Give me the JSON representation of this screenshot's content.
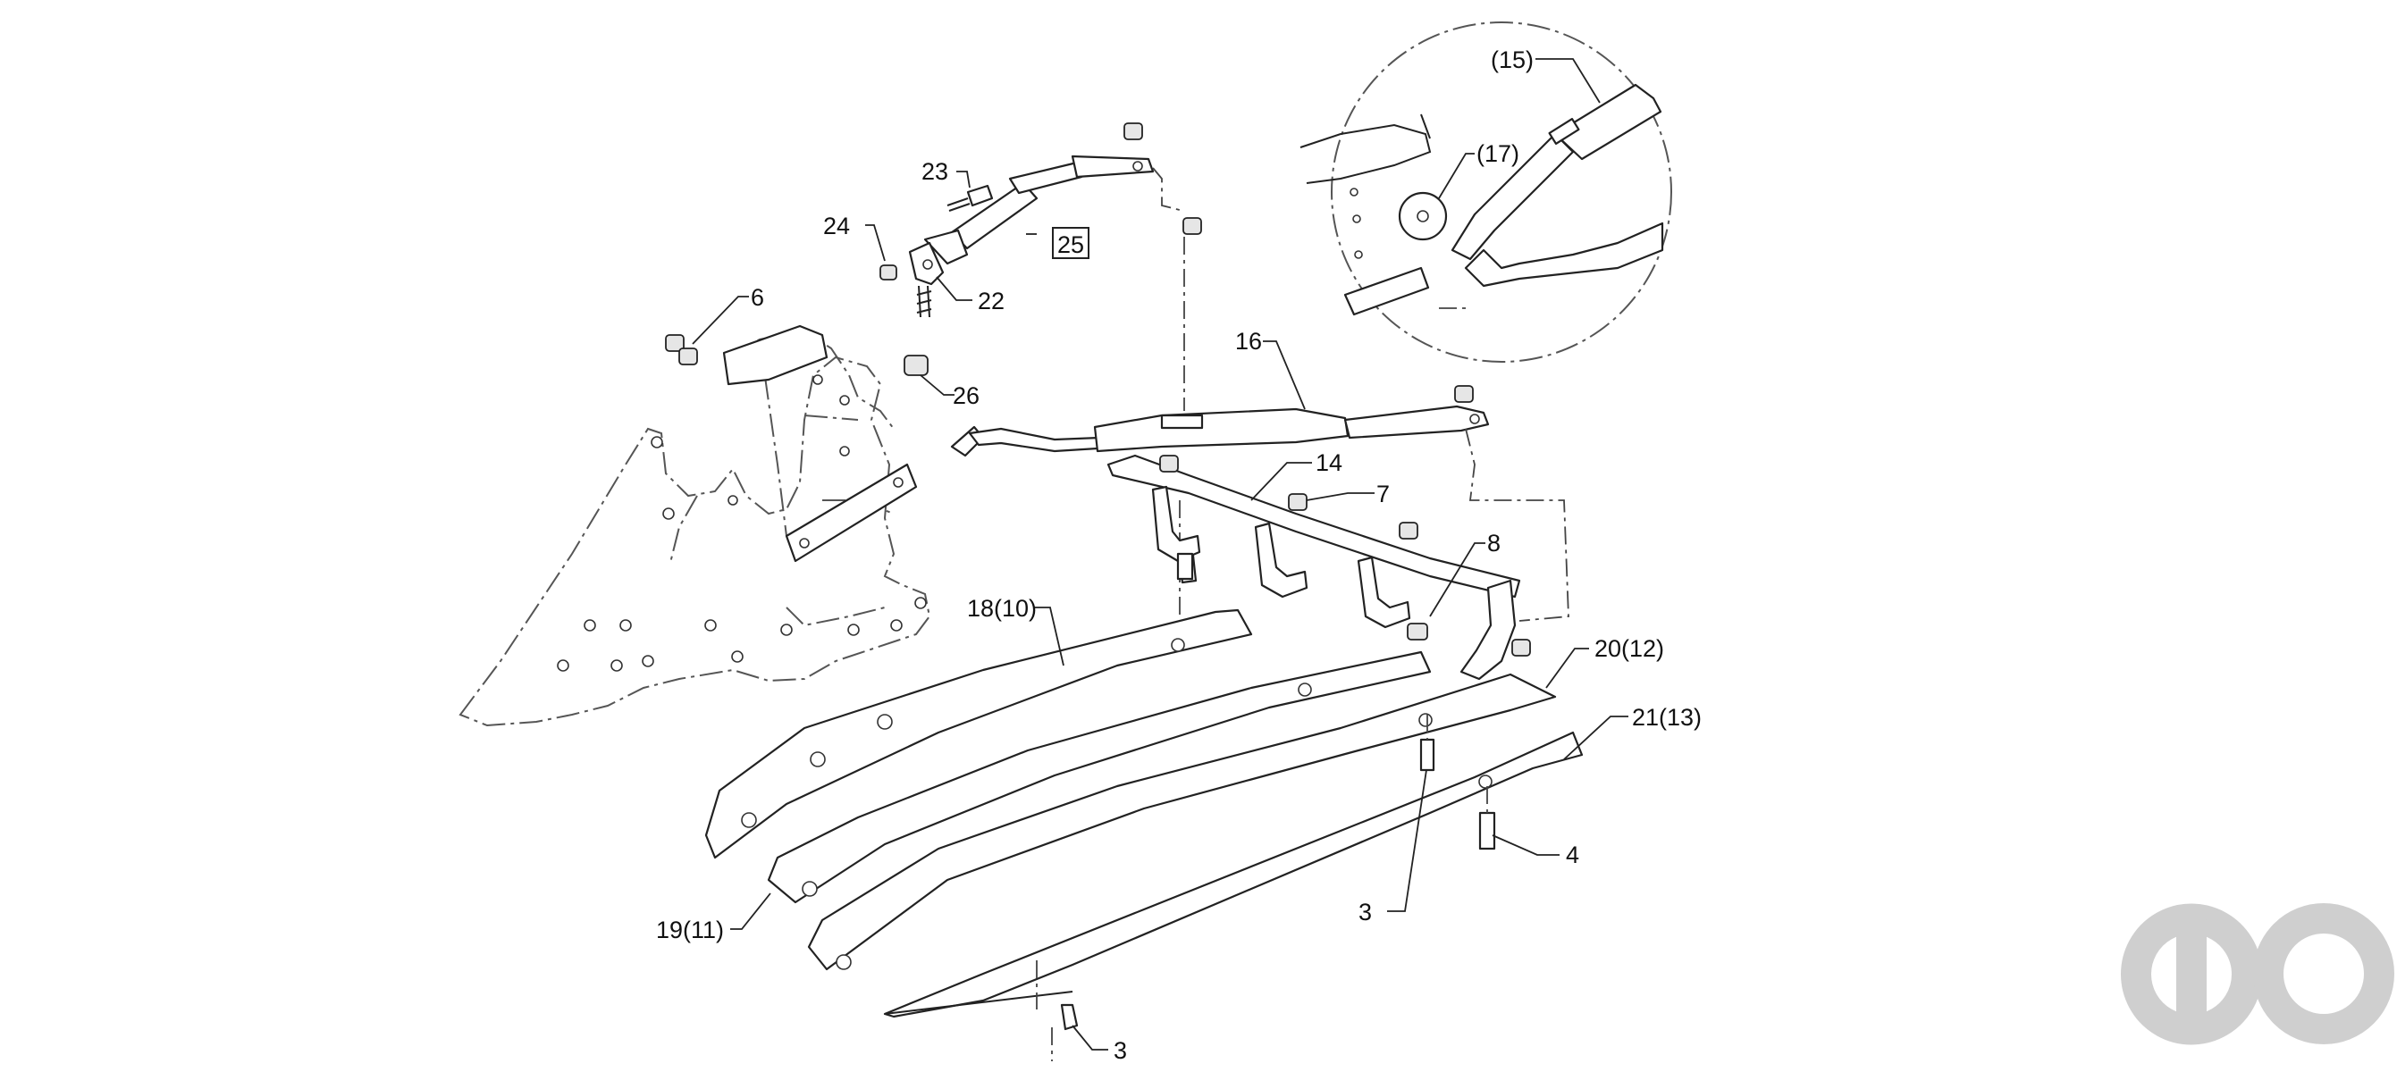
{
  "callouts": {
    "c15": "(15)",
    "c17": "(17)",
    "c23": "23",
    "c24": "24",
    "c25": "25",
    "c22": "22",
    "c6": "6",
    "c26": "26",
    "c16": "16",
    "c14": "14",
    "c7": "7",
    "c8": "8",
    "c18": "18(10)",
    "c20": "20(12)",
    "c21": "21(13)",
    "c19": "19(11)",
    "c4": "4",
    "c3a": "3",
    "c3b": "3"
  },
  "colors": {
    "line": "#222222",
    "background": "#ffffff",
    "watermark": "#cfcfcf"
  },
  "icons": {
    "watermark": "brand-logo-mark"
  }
}
